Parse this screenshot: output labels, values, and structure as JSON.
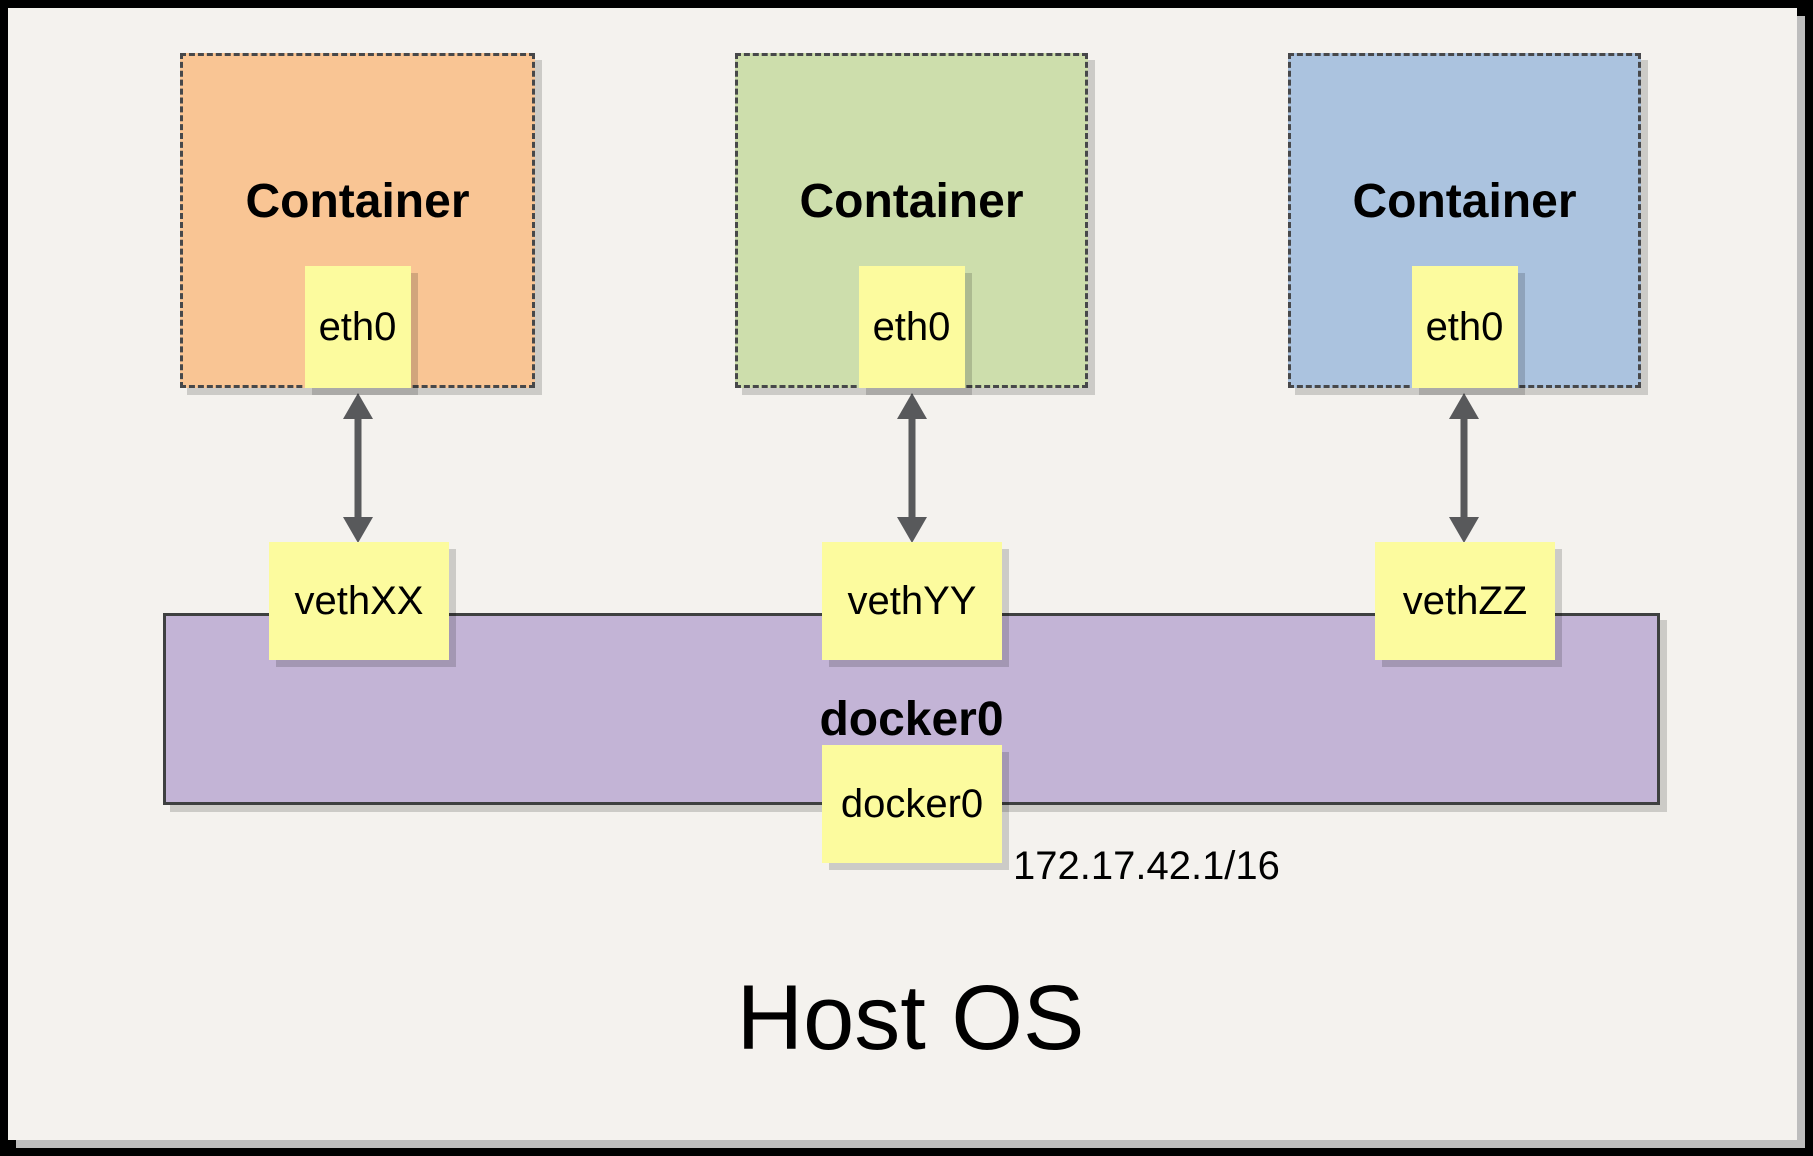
{
  "diagram": {
    "containers": [
      {
        "label": "Container",
        "interface": "eth0",
        "veth": "vethXX",
        "color": "#F9C594"
      },
      {
        "label": "Container",
        "interface": "eth0",
        "veth": "vethYY",
        "color": "#CDDEAC"
      },
      {
        "label": "Container",
        "interface": "eth0",
        "veth": "vethZZ",
        "color": "#ABC3DF"
      }
    ],
    "bridge": {
      "label": "docker0",
      "interface": "docker0",
      "ip": "172.17.42.1/16",
      "color": "#C3B4D6"
    },
    "host": {
      "label": "Host OS"
    },
    "colors": {
      "note_yellow": "#FCFB9E",
      "background": "#F4F2EE",
      "frame": "#000000",
      "frame_inner_edge": "#BDBDBD",
      "arrow": "#58595B",
      "dashed_border": "#47484A",
      "bridge_border": "#3E4040"
    }
  }
}
